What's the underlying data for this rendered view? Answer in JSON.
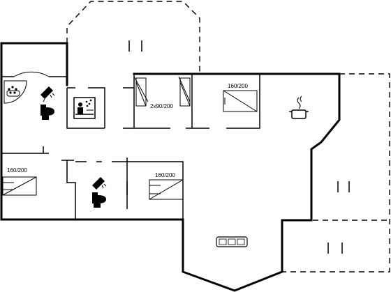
{
  "rooms": {
    "bunk_room_label": "2x90/200",
    "bedroom_top_label": "160/200",
    "bedroom_left_label": "160/200",
    "bedroom_middle_label": "160/200"
  },
  "icons": {
    "hot_tub": "hot-tub-icon",
    "shower": "shower-icon",
    "toilet": "toilet-icon",
    "sauna": "sauna-icon",
    "cooking_pot": "cooking-pot-icon",
    "sofa": "sofa-icon",
    "outdoor_furniture": "outdoor-furniture-icon"
  }
}
